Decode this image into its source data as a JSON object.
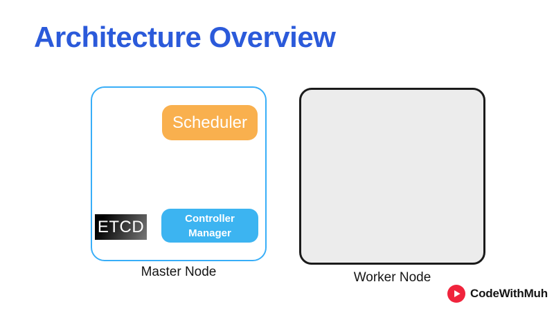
{
  "title": "Architecture Overview",
  "colors": {
    "title_blue": "#2B5ADA",
    "master_border": "#38AEF8",
    "scheduler_orange": "#F9B04E",
    "controller_blue": "#3CB4F1",
    "etcd_dark": "#000000",
    "etcd_light": "#777777",
    "worker_fill": "#ECECEC",
    "worker_border": "#1A1A1A",
    "logo_red": "#F0243C",
    "text_dark": "#141414"
  },
  "diagram": {
    "master_node": {
      "label": "Master Node",
      "components": {
        "scheduler": {
          "label": "Scheduler"
        },
        "etcd": {
          "label": "ETCD"
        },
        "controller_manager": {
          "label": "Controller Manager"
        }
      }
    },
    "worker_node": {
      "label": "Worker Node"
    }
  },
  "branding": {
    "name": "CodeWithMuh",
    "icon": "play-icon"
  }
}
